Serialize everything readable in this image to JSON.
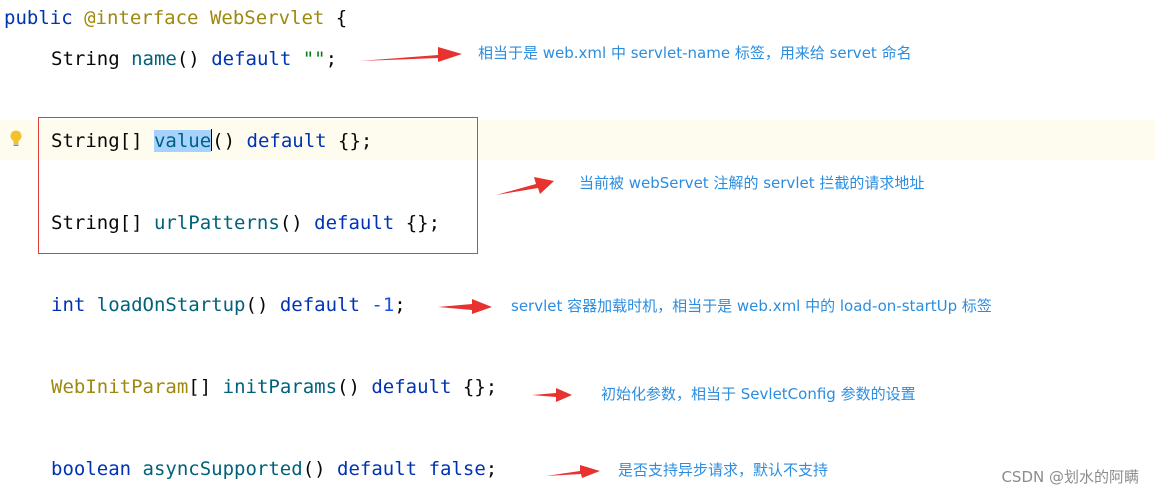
{
  "code": {
    "decl": {
      "public": "public",
      "interface": "@interface",
      "name": "WebServlet",
      "brace": "{"
    },
    "line_name": {
      "type": "String",
      "method": "name",
      "parens": "()",
      "kw": "default",
      "value": "\"\"",
      "semi": ";"
    },
    "line_value": {
      "type": "String[]",
      "method_selected": "value",
      "parens": "()",
      "kw": "default",
      "value": "{};"
    },
    "line_urlpatterns": {
      "type": "String[]",
      "method": "urlPatterns",
      "parens": "()",
      "kw": "default",
      "value": "{};"
    },
    "line_load": {
      "type": "int",
      "method": "loadOnStartup",
      "parens": "()",
      "kw": "default",
      "value": "-1",
      "semi": ";"
    },
    "line_init": {
      "type": "WebInitParam",
      "brackets": "[]",
      "method": "initParams",
      "parens": "()",
      "kw": "default",
      "value": "{};"
    },
    "line_async": {
      "type": "boolean",
      "method": "asyncSupported",
      "parens": "()",
      "kw": "default",
      "value": "false",
      "semi": ";"
    }
  },
  "notes": {
    "name": "相当于是 web.xml 中 servlet-name 标签，用来给 servet  命名",
    "value_url": "当前被 webServet 注解的 servlet 拦截的请求地址",
    "load": "servlet 容器加载时机，相当于是 web.xml 中的 load-on-startUp 标签",
    "init": "初始化参数，相当于 SevletConfig 参数的设置",
    "async": "是否支持异步请求，默认不支持"
  },
  "watermark": "CSDN @划水的阿瞒",
  "colors": {
    "keyword": "#0033b3",
    "annotation": "#9e880d",
    "string": "#067d17",
    "number": "#1750eb",
    "method": "#00627a",
    "note": "#2b8de0",
    "arrow": "#e8322f",
    "box": "#e0403c"
  }
}
